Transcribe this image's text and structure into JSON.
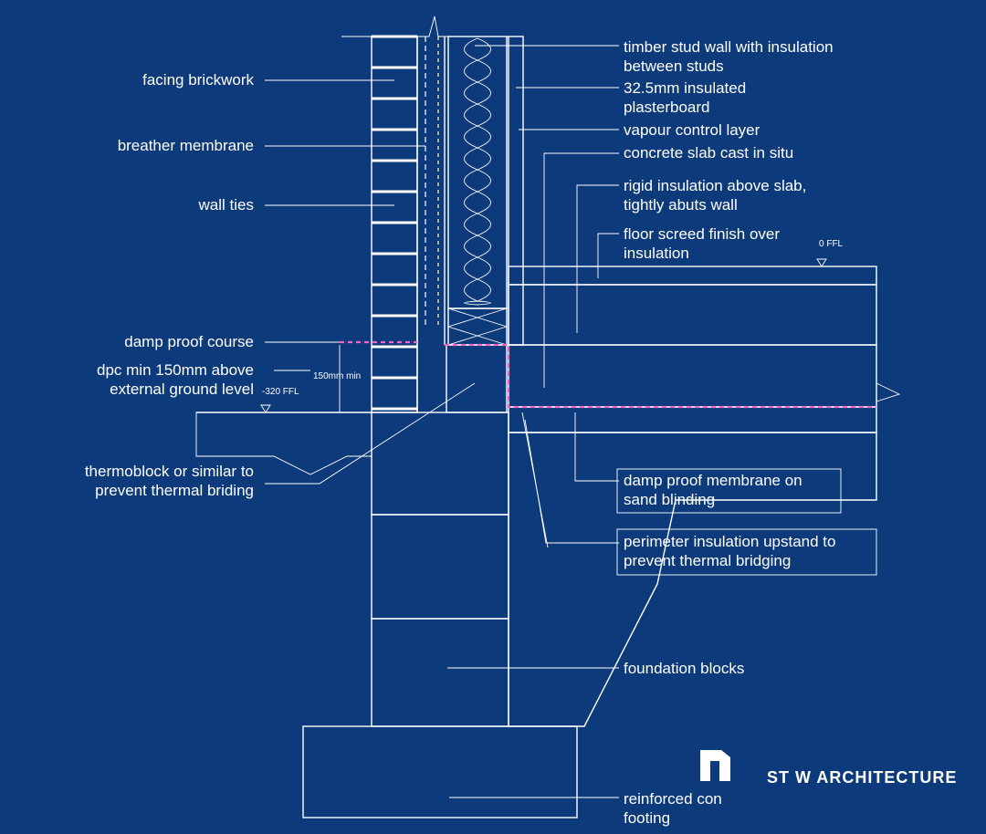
{
  "labels": {
    "facing_brickwork": "facing brickwork",
    "breather_membrane": "breather membrane",
    "wall_ties": "wall ties",
    "damp_proof_course": "damp proof course",
    "dpc_min_line1": "dpc min 150mm above",
    "dpc_min_line2": "external ground level",
    "thermoblock_line1": "thermoblock or similar to",
    "thermoblock_line2": "prevent thermal briding",
    "timber_stud_line1": "timber stud wall with insulation",
    "timber_stud_line2": "between studs",
    "plasterboard_line1": "32.5mm insulated",
    "plasterboard_line2": "plasterboard",
    "vapour_control": "vapour control layer",
    "concrete_slab": "concrete slab cast in situ",
    "rigid_insulation_line1": "rigid insulation above slab,",
    "rigid_insulation_line2": "tightly abuts wall",
    "floor_screed_line1": "floor screed finish over",
    "floor_screed_line2": "insulation",
    "dpm_line1": "damp proof membrane on",
    "dpm_line2": "sand blinding",
    "perimeter_line1": "perimeter insulation upstand to",
    "perimeter_line2": "prevent thermal bridging",
    "foundation_blocks": "foundation blocks",
    "reinforced_line1": "reinforced con",
    "reinforced_line2": "footing"
  },
  "levels": {
    "ffl_zero": "0 FFL",
    "ffl_minus": "-320 FFL",
    "min_150": "150mm min"
  },
  "brand": {
    "name": "ST W ARCHITECTURE"
  },
  "colors": {
    "background": "#0d3a7a",
    "line": "#ffffff",
    "dpc": "#ff5ec4",
    "insulation_fill": "#e8e8e8"
  }
}
